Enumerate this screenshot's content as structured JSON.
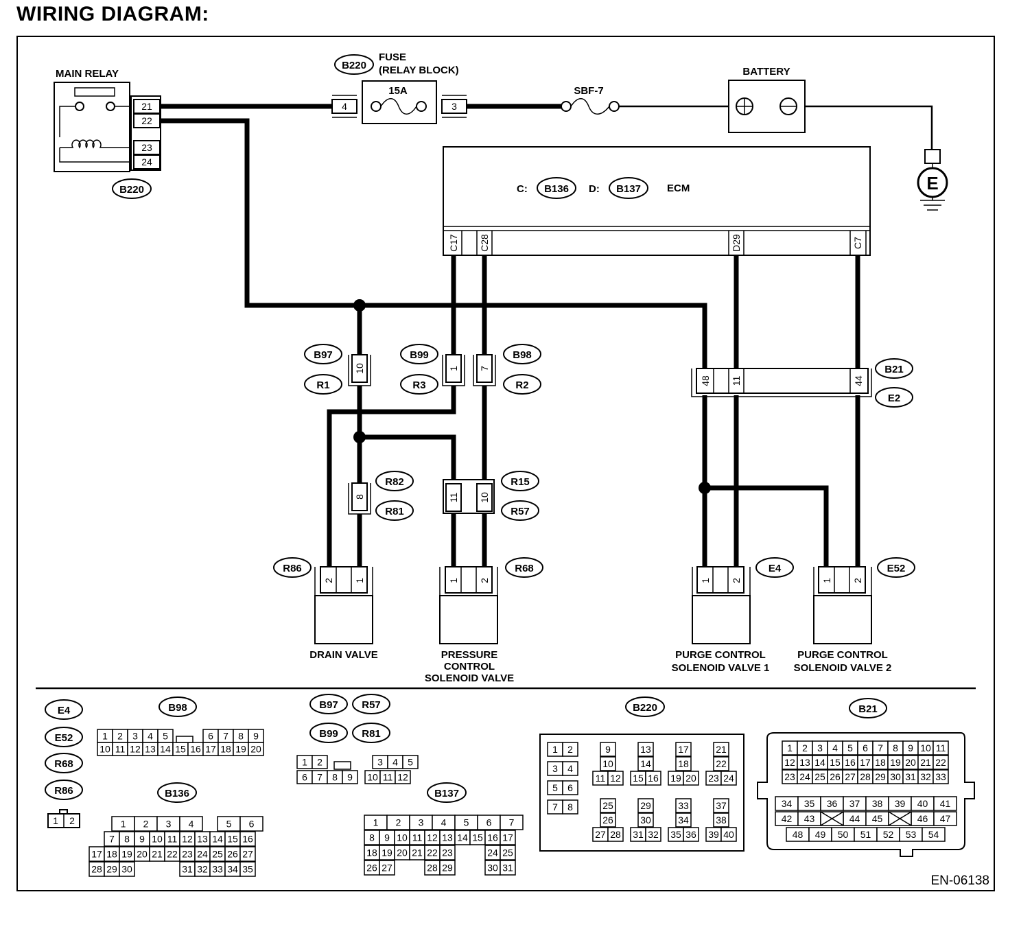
{
  "title": "WIRING DIAGRAM:",
  "labels": {
    "main_relay": "MAIN RELAY",
    "fuse": "FUSE",
    "relay_block": "(RELAY BLOCK)",
    "fuse_rating": "15A",
    "sbf": "SBF-7",
    "battery": "BATTERY",
    "ecm": "ECM",
    "ecm_c_prefix": "C:",
    "ecm_d_prefix": "D:",
    "ground": "E",
    "drain_valve": "DRAIN VALVE",
    "pcsv_1": "PRESSURE",
    "pcsv_2": "CONTROL",
    "pcsv_3": "SOLENOID VALVE",
    "purge1_1": "PURGE CONTROL",
    "purge1_2": "SOLENOID VALVE 1",
    "purge2_1": "PURGE CONTROL",
    "purge2_2": "SOLENOID VALVE 2",
    "code": "EN-06138",
    "c_prefix": "C:",
    "d_prefix": "D:"
  },
  "connectors": {
    "b220": "B220",
    "b136": "B136",
    "b137": "B137",
    "b97": "B97",
    "r1": "R1",
    "b99": "B99",
    "r3": "R3",
    "b98": "B98",
    "r2": "R2",
    "b21": "B21",
    "e2": "E2",
    "r82": "R82",
    "r81": "R81",
    "r15": "R15",
    "r57": "R57",
    "r86": "R86",
    "r68": "R68",
    "e4": "E4",
    "e52": "E52"
  },
  "pins": {
    "relay": [
      "21",
      "22",
      "23",
      "24"
    ],
    "fuse_in": "4",
    "fuse_out": "3",
    "ecm": [
      "C17",
      "C28",
      "D29",
      "C7"
    ],
    "b97": "10",
    "b99": "1",
    "b98": "7",
    "b21": [
      "48",
      "11",
      "44"
    ],
    "r82": "8",
    "r15": [
      "11",
      "10"
    ],
    "r86": [
      "2",
      "1"
    ],
    "r68": [
      "1",
      "2"
    ],
    "e4": [
      "1",
      "2"
    ],
    "e52": [
      "1",
      "2"
    ]
  },
  "legend": {
    "e4": "E4",
    "e52": "E52",
    "r68": "R68",
    "r86": "R86",
    "b98": "B98",
    "b97": "B97",
    "r57": "R57",
    "b99": "B99",
    "r81": "R81",
    "b136": "B136",
    "b137": "B137",
    "b220": "B220",
    "b21": "B21",
    "two_pin": [
      "1",
      "2"
    ],
    "b98_rows": [
      [
        "1",
        "2",
        "3",
        "4",
        "5",
        "",
        "6",
        "7",
        "8",
        "9"
      ],
      [
        "10",
        "11",
        "12",
        "13",
        "14",
        "15",
        "16",
        "17",
        "18",
        "19",
        "20"
      ]
    ],
    "twelve_rows": [
      [
        "1",
        "2",
        "",
        "3",
        "4",
        "5"
      ],
      [
        "6",
        "7",
        "8",
        "9",
        "10",
        "11",
        "12"
      ]
    ],
    "b136_rows": [
      [
        "",
        "1",
        "2",
        "3",
        "4",
        "",
        "5",
        "6"
      ],
      [
        "",
        "7",
        "8",
        "9",
        "10",
        "11",
        "12",
        "13",
        "14",
        "15",
        "16"
      ],
      [
        "17",
        "18",
        "19",
        "20",
        "21",
        "22",
        "23",
        "24",
        "25",
        "26",
        "27"
      ],
      [
        "28",
        "29",
        "30",
        "",
        "",
        "",
        "31",
        "32",
        "33",
        "34",
        "35"
      ]
    ],
    "b137_rows": [
      [
        "1",
        "2",
        "3",
        "4",
        "5",
        "6",
        "7"
      ],
      [
        "8",
        "9",
        "10",
        "11",
        "12",
        "13",
        "14",
        "15",
        "16",
        "17"
      ],
      [
        "18",
        "19",
        "20",
        "21",
        "22",
        "23",
        "",
        "",
        "24",
        "25"
      ],
      [
        "26",
        "27",
        "",
        "",
        "28",
        "29",
        "",
        "",
        "30",
        "31"
      ]
    ],
    "b220_groups": [
      [
        "1",
        "2"
      ],
      [
        "3",
        "4"
      ],
      [
        "5",
        "6"
      ],
      [
        "7",
        "8"
      ],
      [
        "9",
        "10",
        "11",
        "12"
      ],
      [
        "13",
        "14",
        "15",
        "16"
      ],
      [
        "17",
        "18",
        "19",
        "20"
      ],
      [
        "21",
        "22",
        "23",
        "24"
      ],
      [
        "25",
        "26",
        "27",
        "28"
      ],
      [
        "29",
        "30",
        "31",
        "32"
      ],
      [
        "33",
        "34",
        "35",
        "36"
      ],
      [
        "37",
        "38",
        "39",
        "40"
      ]
    ],
    "b21_rows": [
      [
        "1",
        "2",
        "3",
        "4",
        "5",
        "6",
        "7",
        "8",
        "9",
        "10",
        "11"
      ],
      [
        "12",
        "13",
        "14",
        "15",
        "16",
        "17",
        "18",
        "19",
        "20",
        "21",
        "22"
      ],
      [
        "23",
        "24",
        "25",
        "26",
        "27",
        "28",
        "29",
        "30",
        "31",
        "32",
        "33"
      ],
      [
        "34",
        "35",
        "36",
        "37",
        "38",
        "39",
        "40",
        "41"
      ],
      [
        "42",
        "43",
        "44",
        "45",
        "46",
        "47"
      ],
      [
        "48",
        "49",
        "50",
        "51",
        "52",
        "53",
        "54"
      ]
    ]
  }
}
